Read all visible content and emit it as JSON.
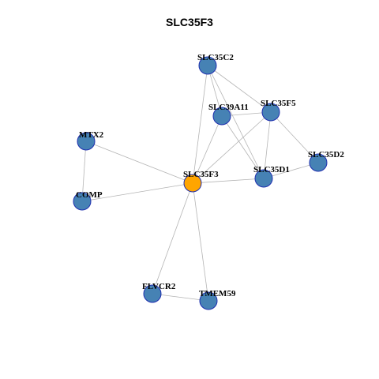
{
  "title": "SLC35F3",
  "colors": {
    "center_fill": "#FFA500",
    "node_fill": "#4682B4",
    "node_stroke": "#1F2FB0",
    "edge": "#B4B4B4"
  },
  "nodes": [
    {
      "id": "SLC35C2",
      "label": "SLC35C2",
      "center": false
    },
    {
      "id": "SLC39A11",
      "label": "SLC39A11",
      "center": false
    },
    {
      "id": "SLC35F5",
      "label": "SLC35F5",
      "center": false
    },
    {
      "id": "MTX2",
      "label": "MTX2",
      "center": false
    },
    {
      "id": "SLC35D2",
      "label": "SLC35D2",
      "center": false
    },
    {
      "id": "SLC35F3",
      "label": "SLC35F3",
      "center": true
    },
    {
      "id": "SLC35D1",
      "label": "SLC35D1",
      "center": false
    },
    {
      "id": "COMP",
      "label": "COMP",
      "center": false
    },
    {
      "id": "FLVCR2",
      "label": "FLVCR2",
      "center": false
    },
    {
      "id": "TMEM59",
      "label": "TMEM59",
      "center": false
    }
  ],
  "edges": [
    [
      "SLC35C2",
      "SLC39A11"
    ],
    [
      "SLC35C2",
      "SLC35F5"
    ],
    [
      "SLC35C2",
      "SLC35D1"
    ],
    [
      "SLC35C2",
      "SLC35F3"
    ],
    [
      "SLC39A11",
      "SLC35F5"
    ],
    [
      "SLC39A11",
      "SLC35F3"
    ],
    [
      "SLC39A11",
      "SLC35D1"
    ],
    [
      "SLC35F5",
      "SLC35F3"
    ],
    [
      "SLC35F5",
      "SLC35D1"
    ],
    [
      "SLC35F5",
      "SLC35D2"
    ],
    [
      "SLC35D1",
      "SLC35D2"
    ],
    [
      "SLC35F3",
      "SLC35D1"
    ],
    [
      "MTX2",
      "SLC35F3"
    ],
    [
      "MTX2",
      "COMP"
    ],
    [
      "COMP",
      "SLC35F3"
    ],
    [
      "SLC35F3",
      "FLVCR2"
    ],
    [
      "SLC35F3",
      "TMEM59"
    ],
    [
      "FLVCR2",
      "TMEM59"
    ]
  ]
}
